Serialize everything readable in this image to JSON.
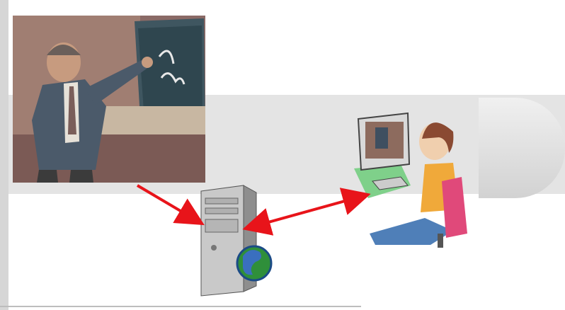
{
  "diagram": {
    "nodes": [
      {
        "id": "teacher",
        "icon": "teacher-at-chalkboard-icon"
      },
      {
        "id": "server",
        "icon": "server-tower-globe-icon"
      },
      {
        "id": "student",
        "icon": "student-at-computer-icon"
      }
    ],
    "edges": [
      {
        "from": "teacher",
        "to": "server",
        "color": "#e8141a"
      },
      {
        "from": "student",
        "to": "server",
        "color": "#e8141a",
        "bidirectional": true
      }
    ]
  }
}
